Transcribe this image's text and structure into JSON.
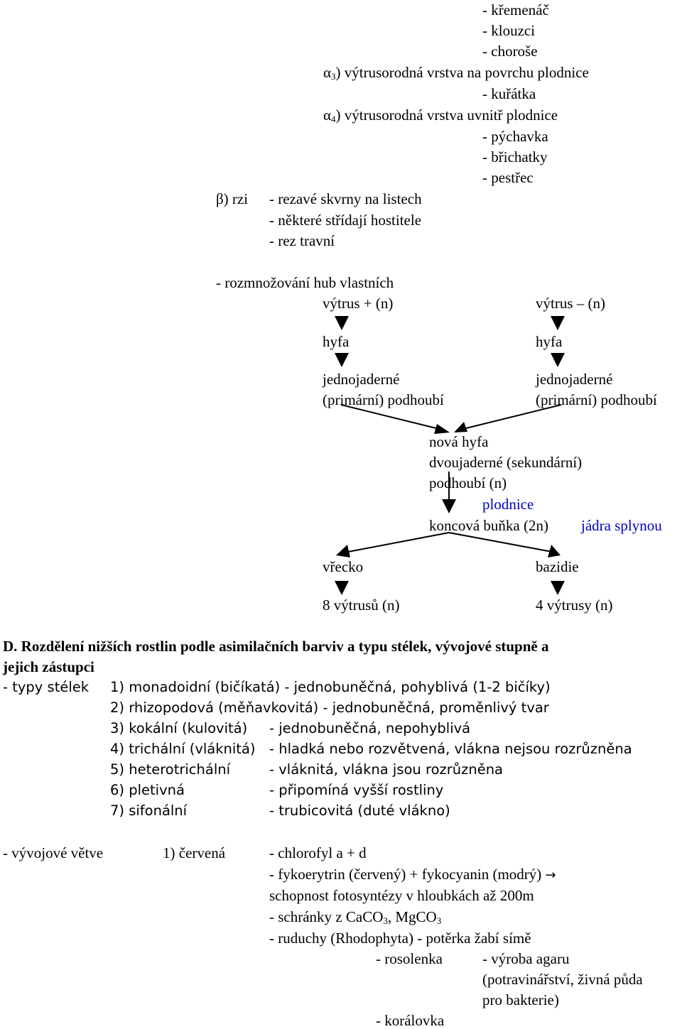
{
  "fungi": {
    "list_top": [
      "- křemenáč",
      "- klouzci",
      "- choroše"
    ],
    "alpha3": {
      "greek": "α",
      "sub": "3",
      "text": ") výtrusorodná vrstva na povrchu plodnice"
    },
    "alpha3_items": [
      "- kuřátka"
    ],
    "alpha4": {
      "greek": "α",
      "sub": "4",
      "text": ") výtrusorodná vrstva uvnitř plodnice"
    },
    "alpha4_items": [
      "- pýchavka",
      "- břichatky",
      "- pestřec"
    ],
    "beta": {
      "label": "β) rzi",
      "items": [
        "- rezavé skvrny na listech",
        "- některé střídají hostitele",
        "- rez travní"
      ]
    }
  },
  "reproduction": {
    "title": "- rozmnožování hub vlastních",
    "left": {
      "spore": "výtrus + (n)",
      "hypha": "hyfa",
      "myc1": "jednojaderné",
      "myc2": "(primární) podhoubí"
    },
    "right": {
      "spore": "výtrus – (n)",
      "hypha": "hyfa",
      "myc1": "jednojaderné",
      "myc2": "(primární) podhoubí"
    },
    "merge": [
      "nová hyfa",
      "dvoujaderné (sekundární)",
      "podhoubí (n)"
    ],
    "fruit_body": "plodnice",
    "terminal_cell": "koncová buňka (2n)",
    "nuclei_fuse": "jádra splynou",
    "ascus": "vřecko",
    "ascus_spores": "8 výtrusů (n)",
    "basidium": "bazidie",
    "basidium_spores": "4 výtrusy (n)"
  },
  "section_d": {
    "heading_line1": "D. Rozdělení nižších rostlin podle asimilačních barviv a typu stélek, vývojové stupně a",
    "heading_line2": "jejich zástupci",
    "thallus_label": "- typy stélek",
    "thallus_types": [
      {
        "name": "1) monadoidní (bičíkatá) - jednobuněčná, pohyblivá (1-2 bičíky)",
        "desc": ""
      },
      {
        "name": "2) rhizopodová (měňavkovitá) - jednobuněčná, proměnlivý tvar",
        "desc": ""
      },
      {
        "name": "3) kokální (kulovitá)",
        "desc": "- jednobuněčná, nepohyblivá"
      },
      {
        "name": "4) trichální (vláknitá)",
        "desc": "- hladká nebo rozvětvená, vlákna nejsou rozrůzněna"
      },
      {
        "name": "5) heterotrichální",
        "desc": "- vláknitá, vlákna jsou rozrůzněna"
      },
      {
        "name": "6) pletivná",
        "desc": "- připomíná vyšší rostliny"
      },
      {
        "name": "7) sifonální",
        "desc": "- trubicovitá (duté vlákno)"
      }
    ],
    "branches_label": "- vývojové větve",
    "branch1": "1) červená",
    "red_lines": {
      "chlorophyll": "- chlorofyl a + d",
      "pigments": "- fykoerytrin (červený) + fykocyanin (modrý)",
      "arrow": "→",
      "photosynthesis": "schopnost fotosyntézy v hloubkách až 200m",
      "shells_pre": "- schránky z CaCO",
      "sub3a": "3",
      "shells_mid": ", MgCO",
      "sub3b": "3",
      "ruduchy": "- ruduchy (Rhodophyta) - potěrka žabí símě",
      "rosolenka": "- rosolenka",
      "agar1": "- výroba agaru",
      "agar2": "(potravinářství, živná půda",
      "agar3": "pro bakterie)",
      "koralovka": "- korálovka"
    }
  }
}
